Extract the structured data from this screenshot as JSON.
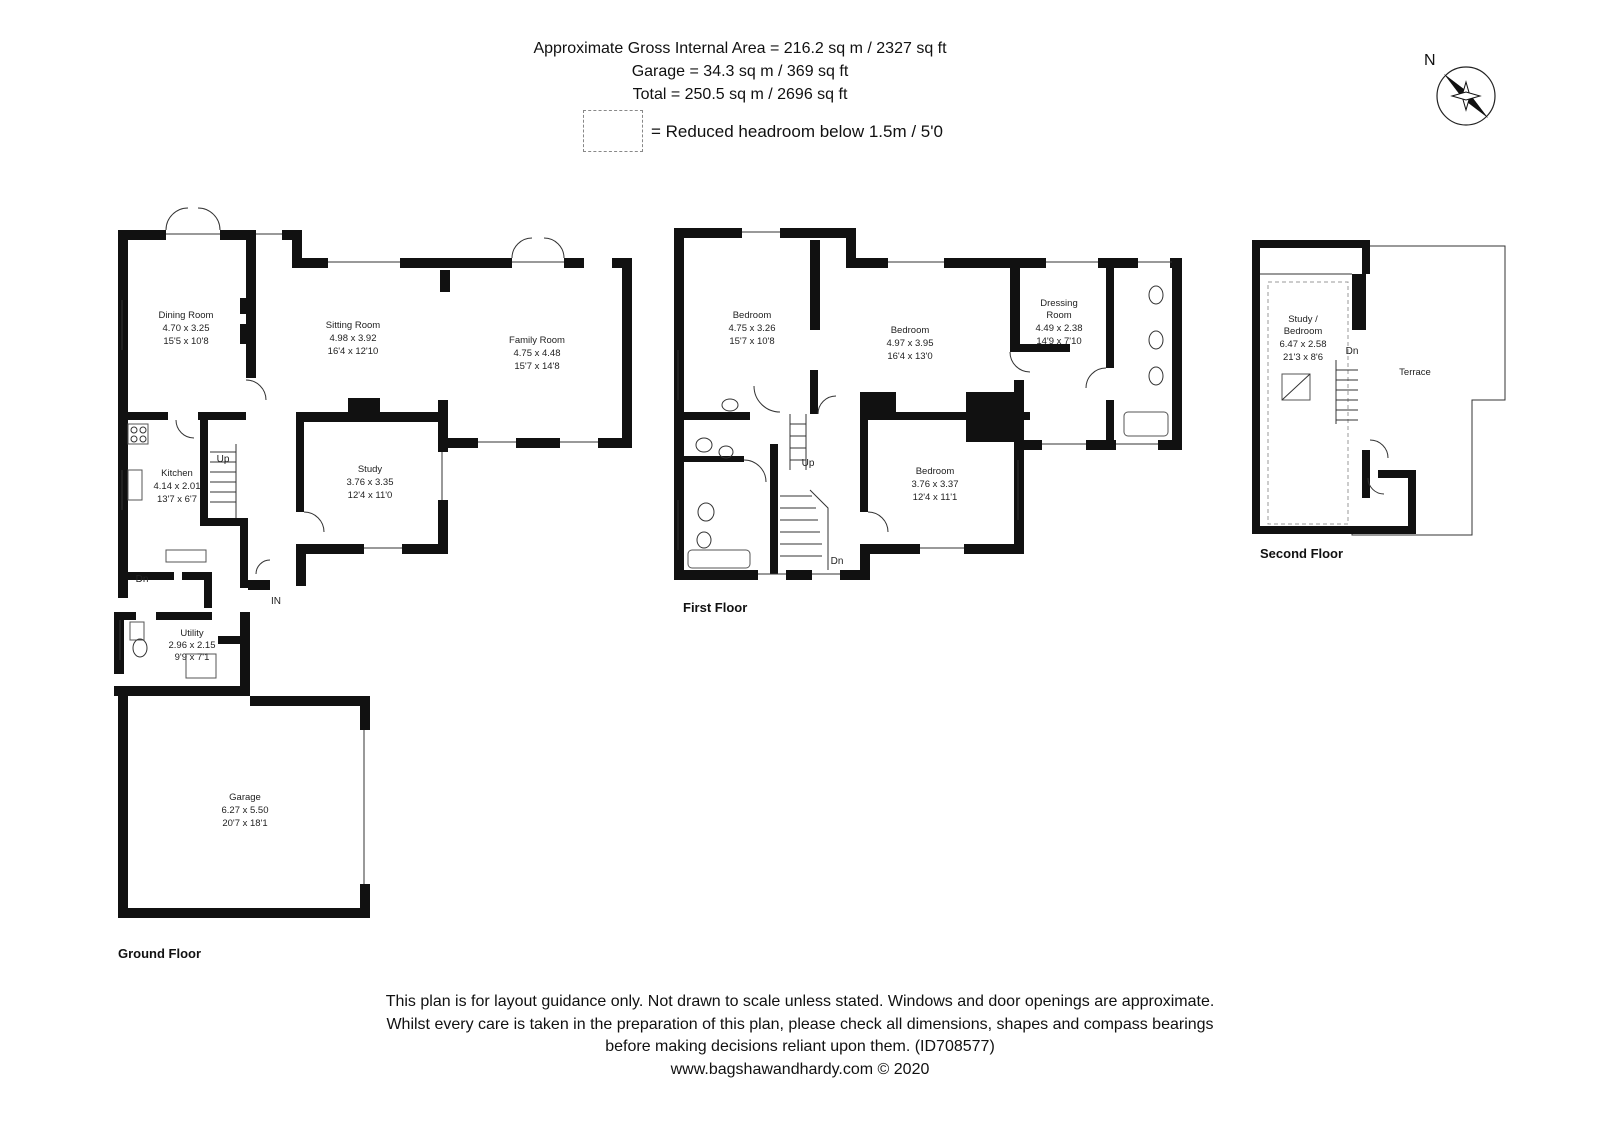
{
  "header": {
    "line1": "Approximate Gross Internal Area = 216.2 sq m / 2327 sq ft",
    "line2": "Garage = 34.3 sq m / 369 sq ft",
    "line3": "Total = 250.5 sq m / 2696 sq ft",
    "legend": "= Reduced headroom below 1.5m / 5'0"
  },
  "compass": {
    "label": "N"
  },
  "floors": {
    "ground": {
      "label": "Ground Floor",
      "rooms": {
        "dining": [
          "Dining Room",
          "4.70 x 3.25",
          "15'5 x 10'8"
        ],
        "sitting": [
          "Sitting Room",
          "4.98 x 3.92",
          "16'4 x 12'10"
        ],
        "family": [
          "Family Room",
          "4.75 x 4.48",
          "15'7 x 14'8"
        ],
        "kitchen": [
          "Kitchen",
          "4.14 x 2.01",
          "13'7 x 6'7"
        ],
        "study": [
          "Study",
          "3.76 x 3.35",
          "12'4 x 11'0"
        ],
        "utility": [
          "Utility",
          "2.96 x 2.15",
          "9'9 x 7'1"
        ],
        "garage": [
          "Garage",
          "6.27 x 5.50",
          "20'7 x 18'1"
        ]
      },
      "marks": {
        "up": "Up",
        "dn": "Dn",
        "in": "IN"
      }
    },
    "first": {
      "label": "First Floor",
      "rooms": {
        "bed1": [
          "Bedroom",
          "4.75 x 3.26",
          "15'7 x 10'8"
        ],
        "bed2": [
          "Bedroom",
          "4.97 x 3.95",
          "16'4 x 13'0"
        ],
        "dressing": [
          "Dressing",
          "Room",
          "4.49 x 2.38",
          "14'9 x 7'10"
        ],
        "bed3": [
          "Bedroom",
          "3.76 x 3.37",
          "12'4 x 11'1"
        ]
      },
      "marks": {
        "up": "Up",
        "dn": "Dn"
      }
    },
    "second": {
      "label": "Second Floor",
      "rooms": {
        "study": [
          "Study /",
          "Bedroom",
          "6.47 x 2.58",
          "21'3 x 8'6"
        ],
        "terrace": [
          "Terrace"
        ]
      },
      "marks": {
        "dn": "Dn"
      }
    }
  },
  "footer": {
    "line1": "This plan is for layout guidance only. Not drawn to scale unless stated. Windows and door openings are approximate.",
    "line2": "Whilst every care is taken in the preparation of this plan, please check all dimensions, shapes and compass bearings",
    "line3": "before making decisions reliant upon them. (ID708577)",
    "line4": "www.bagshawandhardy.com © 2020"
  }
}
